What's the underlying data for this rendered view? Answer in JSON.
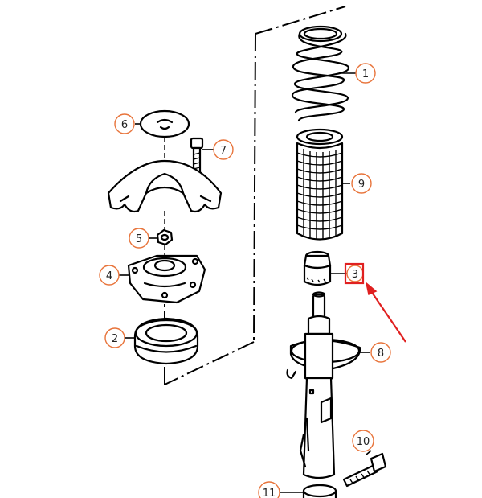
{
  "callouts": {
    "c1": "1",
    "c2": "2",
    "c3": "3",
    "c4": "4",
    "c5": "5",
    "c6": "6",
    "c7": "7",
    "c8": "8",
    "c9": "9",
    "c10": "10",
    "c11": "11"
  },
  "colors": {
    "callout_circle": "#e8743b",
    "highlight_box": "#e02020",
    "arrow": "#e02020"
  }
}
